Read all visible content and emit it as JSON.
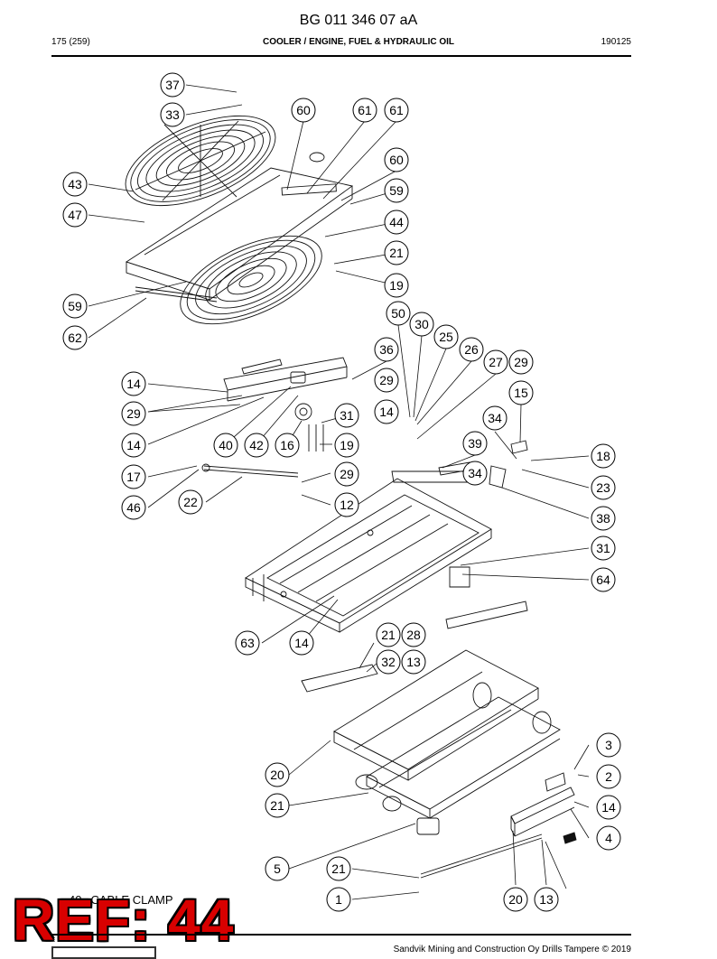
{
  "document": {
    "code": "BG 011 346 07 aA",
    "page": "175 (259)",
    "section": "COOLER / ENGINE, FUEL & HYDRAULIC OIL",
    "doc_number": "190125",
    "footer": "Sandvik Mining and Construction Oy Drills Tampere © 2019"
  },
  "legend": {
    "item_number": "40",
    "item_text": "CABLE CLAMP"
  },
  "ref_stamp": "REF: 44",
  "callouts": [
    "37",
    "33",
    "60",
    "61",
    "61",
    "43",
    "60",
    "47",
    "59",
    "44",
    "21",
    "19",
    "59",
    "62",
    "50",
    "30",
    "25",
    "26",
    "36",
    "27",
    "29",
    "14",
    "29",
    "15",
    "29",
    "31",
    "14",
    "34",
    "14",
    "39",
    "40",
    "42",
    "16",
    "19",
    "18",
    "17",
    "29",
    "34",
    "23",
    "46",
    "22",
    "12",
    "38",
    "31",
    "64",
    "63",
    "14",
    "21",
    "28",
    "32",
    "13",
    "3",
    "20",
    "2",
    "21",
    "14",
    "4",
    "5",
    "21",
    "1",
    "20",
    "13"
  ]
}
